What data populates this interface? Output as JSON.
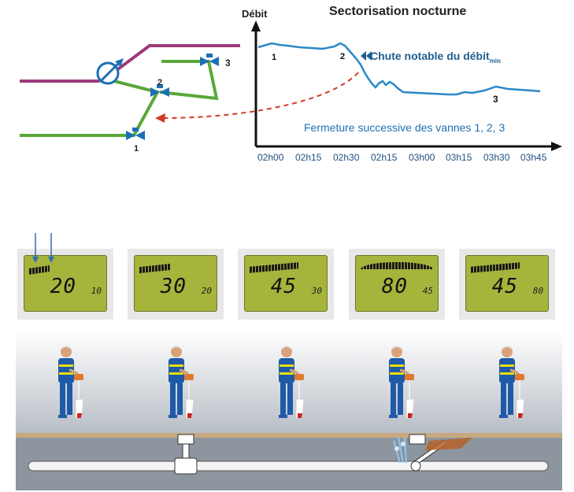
{
  "chart": {
    "title": "Sectorisation nocturne",
    "ylabel": "Débit",
    "annotation_main": "Chute notable du débit",
    "annotation_sub": "min",
    "closing_label": "Fermeture successive des vannes 1, 2, 3",
    "point_labels": [
      "1",
      "2",
      "3"
    ]
  },
  "chart_data": {
    "type": "line",
    "title": "Sectorisation nocturne",
    "ylabel": "Débit",
    "xlabel": "",
    "categories": [
      "02h00",
      "02h15",
      "02h30",
      "02h15",
      "03h00",
      "03h15",
      "03h30",
      "03h45"
    ],
    "series": [
      {
        "values": [
          0.8,
          0.79,
          0.79,
          0.52,
          0.44,
          0.42,
          0.45,
          0.43
        ]
      }
    ]
  },
  "network": {
    "valve_labels": [
      "1",
      "2",
      "3"
    ]
  },
  "meters": [
    {
      "value": "20",
      "previous": "10"
    },
    {
      "value": "30",
      "previous": "20"
    },
    {
      "value": "45",
      "previous": "30"
    },
    {
      "value": "80",
      "previous": "45"
    },
    {
      "value": "45",
      "previous": "80"
    }
  ],
  "colors": {
    "curve": "#2a88c8",
    "pipe_purple": "#9b3b7a",
    "pipe_green": "#5aa83a",
    "valve": "#1c6fb5",
    "dash": "#d23a2a",
    "lcd": "#a6b43c"
  }
}
